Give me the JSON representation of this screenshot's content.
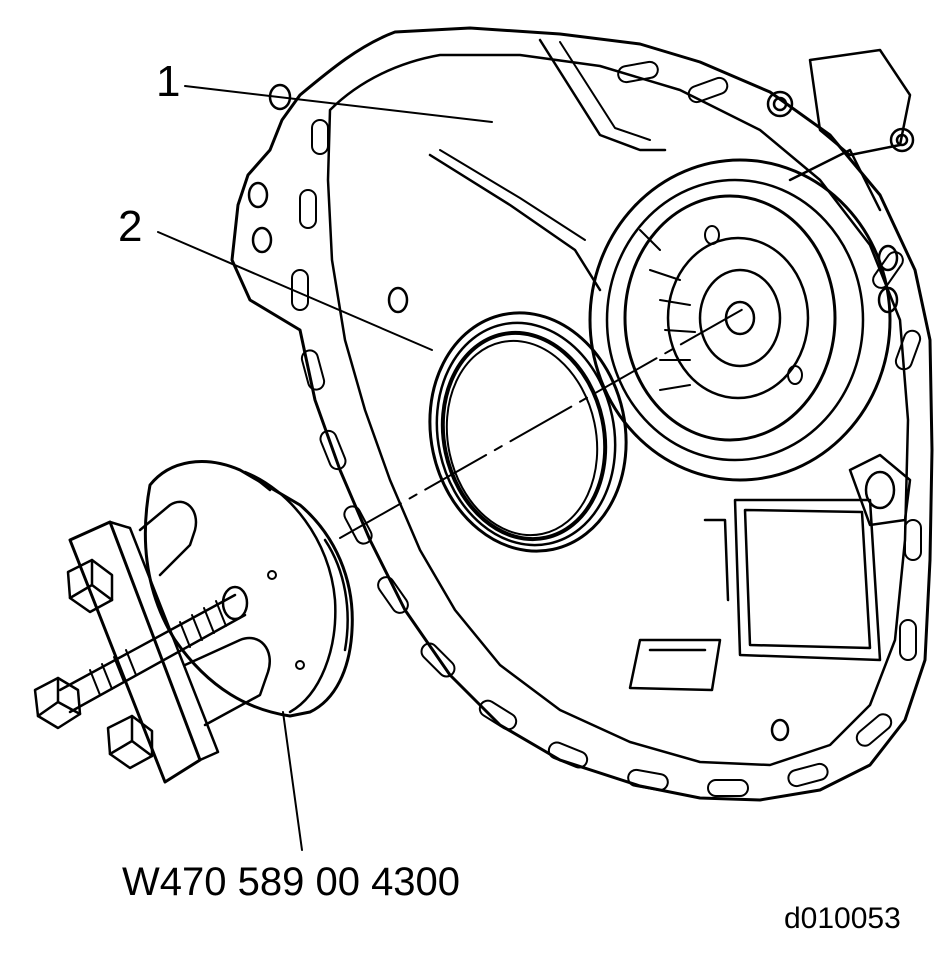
{
  "callouts": [
    {
      "label": "1",
      "part": "housing"
    },
    {
      "label": "2",
      "part": "seal-ring"
    }
  ],
  "tool": {
    "part_number": "W470 589 00 4300"
  },
  "figure": {
    "id": "d010053"
  },
  "colors": {
    "line": "#000000",
    "background": "#ffffff"
  }
}
